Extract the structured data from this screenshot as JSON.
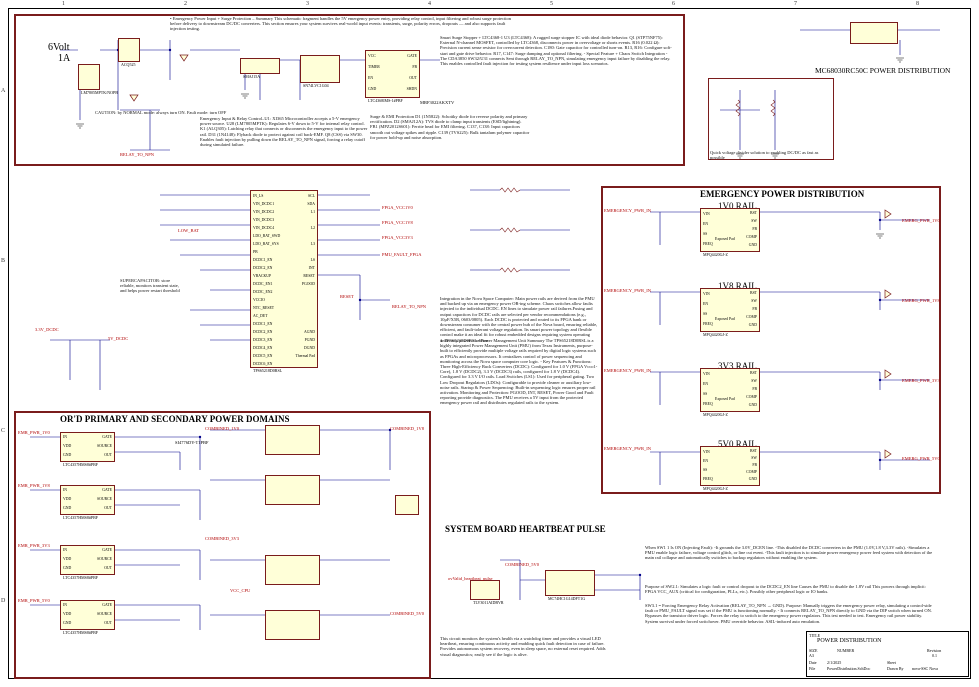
{
  "sheet": {
    "title": "POWER DISTRIBUTION",
    "columns": [
      "1",
      "2",
      "3",
      "4",
      "5",
      "6",
      "7",
      "8"
    ],
    "rows": [
      "A",
      "B",
      "C",
      "D"
    ]
  },
  "emergency_input": {
    "voltage_label": "6Volt",
    "current_label": "1A",
    "note": "• Emergency Power Input + Surge Protection – Summary This schematic fragment handles the 5V emergency power entry, providing relay control, input filtering and robust surge protection before delivery to downstream DC/DC converters. This section ensures your system survives real-world input events: transients, surge, polarity errors, dropouts — and also supports fault injection testing.",
    "caution": "CAUTION: by NORMAL mode: always turn ON. Fault mode: turn OFF",
    "relay_label": "RELAY_TO_NPN",
    "ic_labels": [
      "ACQ525",
      "LM7805MPTK/NOPB",
      "SMAJ15A",
      "LTC4368IMS-1#PBF",
      "SN74LVC1G04",
      "MRF3022AKXTV"
    ],
    "relay_note": "Emergency Input & Relay Control–U1: XI365 Microcontroller accepts a 5-V emergency power source. U28 (LM7805MPTK): Regulates 6-V down to 5-V for internal relay control. K1 (ALQ305): Latching relay that connects or disconnects the emergency input to the power rail. D31 (1N4148): Flyback diode to protect against coil back-EMF. Q8 (CSS) via SW30. Enables fault injection by pulling down the RELAY_TO_NPN signal, forcing a relay cutoff during simulated failure.",
    "surge_note": "Smart Surge Stopper + LTC4368-1 U3 (LTC4368): A rugged surge stopper IC with ideal diode behavior. Q1 (STP75NF75): External N-channel MOSFET, controlled by LTC4368, disconnects power in overvoltage or shorts events. R16 (0.022 Ω): Precision current sense resistor for overcurrent detection. C180: Gate capacitor for controlled turn-on. R13, R16: Configure soft-start and gate drive behavior. R17, C147: Surge damping and optional filtering. - Special Feature + Chaos Switch Integration - The CDA3850 SW32/U31 connects Sent through RELAY_TO_NPN, simulating emergency input failure by disabling the relay. This enables controlled fault injection for testing system resilience under input loss scenarios.",
    "emi_note": "Surge & EMI Protection D1 (1N5822): Schottky diode for reverse polarity and primary rectification. D2 (SMAJ12A): TVS diode to clamp input transients (ESD/lightning). FB1 (MPZ2012S601): Ferrite bead for EMI filtering. C137, C138: Input capacitors smooth out voltage spikes and ripple. C139 (TVS225): Bulk tantalum polymer capacitor for power hold-up and noise absorption.",
    "ltc_pins": [
      "VCC",
      "GATE",
      "TIMER",
      "FB",
      "EN",
      "OUT",
      "GND",
      "SHDN"
    ]
  },
  "mc_section": {
    "title": "MC68030RC50C POWER DISTRIBUTION",
    "divider_note": "Quick voltage divider solution to enabling DC/DC as fast as possible"
  },
  "pmu": {
    "label": "TPS65218D0RSL",
    "left_pins": [
      "IN_LS",
      "VIN_DCDC1",
      "VIN_DCDC2",
      "VIN_DCDC3",
      "VIN_DCDC4",
      "LDO_BAT_SWD",
      "LDO_BAT_SYS",
      "PB",
      "DCDC1_EN",
      "DCDC2_EN",
      "VBACKUP",
      "DCDC_EN1",
      "DCDC_EN2",
      "VCCIO",
      "NTC_RESET",
      "AC_DET",
      "DCDC1_EN",
      "DCDC2_EN",
      "DCDC3_EN",
      "DCDC4_EN",
      "DCDC5_EN",
      "DCDC6_EN"
    ],
    "right_pins": [
      "SCL",
      "SDA",
      "L1",
      "L2",
      "L3",
      "LS",
      "INT",
      "RESET",
      "PGOOD",
      "AGND",
      "PGND",
      "DGND",
      "Thermal Pad"
    ],
    "signals": [
      "FPGA_VCC1V0",
      "FPGA_VCC1V8",
      "FPGA_VCC3V3",
      "PMU_FAULT_FPGA",
      "RESET",
      "RELAY_TO_NPN",
      "LOW_BAT",
      "3.3V_DCDC",
      "5V_DCDC"
    ],
    "supercap_note": "SUPERCAPACITOR: store reliable, monitors transient state, and helps power restart threshold",
    "integration_note": "Integration in the Nova Space Computer: Main power rails are derived from the PMU and backed up via an emergency power OR-ing scheme. Chaos switches allow faults injected to the individual DCDC. EN lines to simulate power rail failures.Fusing and output capacitors for DCDC rails are selected per vendor recommendations (e.g., 10μF/X5R, 0603/0805). Each DCDC is protected and routed to its FPGA bank or downstream consumer with the central power hub of the Nova board, ensuring reliable, efficient, and fault-tolerant voltage regulation. Its smart power topology and flexible control make it an ideal fit for robust embedded designs requiring system operating under any power condition.",
    "tps_note": "1. TPS65218D0RSL - Power Management Unit Summary The TPS65218D0RSL is a highly integrated Power Management Unit (PMU) from Texas Instruments, purpose-built to efficiently provide multiple voltage rails required by digital logic systems such as FPGAs and microprocessors. It centralizes control of power sequencing and monitoring across the Nova space computer core logic. - Key Features & Functions: Three High-Efficiency Buck Converters (DCDC): Configured for 1.0 V (FPGA Vcco1-Core), 1.8 V (DCDC2), 3.3 V (DCDC3) rails, configured for 1.8 V (DCDC4). Configured for 3.3 V I/O rails. Load Switches (LS1): Used for peripheral gating. Two Low Dropout Regulators (LDOs): Configurable to provide cleaner or auxiliary low-noise rails. Startup & Power Sequencing: Built-in sequencing logic ensures proper rail activation. Monitoring and Protection: PGOOD, INT, RESET, Power Good and Fault reporting provide diagnostics. The PMU receives a 5V input from the protected emergency power rail and distributes regulated rails to the system."
  },
  "emergency_dist": {
    "title": "EMERGENCY POWER DISTRIBUTION",
    "rails": [
      {
        "name": "1V0 RAIL",
        "input": "EMERGENCY_PWR_IN",
        "output": "EMERG_PWR_1V0",
        "ic": "MPQ4420GJ-Z"
      },
      {
        "name": "1V8 RAIL",
        "input": "EMERGENCY_PWR_IN",
        "output": "EMERG_PWR_1V8",
        "ic": "MPQ4420GJ-Z"
      },
      {
        "name": "3V3 RAIL",
        "input": "EMERGENCY_PWR_IN",
        "output": "EMERG_PWR_3V3",
        "ic": "MPQ4420GJ-Z"
      },
      {
        "name": "5V0 RAIL",
        "input": "EMERGENCY_PWR_IN",
        "output": "EMERG_PWR_5V0",
        "ic": "MPQ4420GJ-Z"
      }
    ],
    "ic_pins_left": [
      "VIN",
      "EN",
      "SS",
      "FREQ"
    ],
    "ic_pins_right": [
      "BST",
      "SW",
      "FB",
      "COMP",
      "GND"
    ],
    "pad_label": "Exposed Pad"
  },
  "oring": {
    "title": "OR'd PRIMARY AND SECONDARY POWER DOMAINS",
    "blocks": [
      {
        "in": "EMR_PWR_1V0",
        "out": "COMBINED_1V0",
        "ic": "LTC4357HMS8#PBF"
      },
      {
        "in": "EMR_PWR_1V8",
        "out": "COMBINED_1V8",
        "ic": "LTC4357HMS8#PBF"
      },
      {
        "in": "EMR_PWR_3V3",
        "out": "COMBINED_3V3",
        "ic": "LTC4357HMS8#PBF"
      },
      {
        "in": "EMR_PWR_5V0",
        "out": "COMBINED_5V0",
        "ic": "LTC4357HMS8#PBF"
      }
    ],
    "ic_pins_left": [
      "IN",
      "VDD",
      "GND"
    ],
    "ic_pins_right": [
      "GATE",
      "SOURCE",
      "OUT"
    ],
    "mosfet": "SI4776DY-T1PBF"
  },
  "heartbeat": {
    "title": "SYSTEM BOARD HEARTBEAT PULSE",
    "vcc_label": "VCC_CPU",
    "input_label": "COMBINED_5V0",
    "output_label": "ovValid_heartbeat_pulse",
    "ic": "MC74HC1G14DFT1G",
    "ic2": "TLV3011AIDBVR",
    "note": "This circuit monitors the system's health via a watchdog timer and provides a visual LED heartbeat, ensuring continuous activity and enabling quick fault detection in case of failure. Provides autonomous system recovery, even in sleep space, no external reset required. Adds visual diagnostics; easily see if the logic is alive."
  },
  "fault_notes": {
    "sw1": "When SW1 1 Is ON (Injecting Fault): -It grounds the 3.0V_DCEN line. -This disabled the DCDC converters in the PMU (1.0V,1.8 V,3.3V rails). -Simulates a PMU enable logic failure, voltage control glitch, or line cut event. -This fault injection is to simulate power emergency power feed system with detection of the main rail collapse and automatically switches to backup regulators without enabling the system.",
    "sw2": "Purpose of SW2.1: Simulates a logic fault or control dropout to the DCDC2_EN line Causes the PMU to disable the 1.8V rail This powers through implicit: FPGA VCC_AUX (critical for configuration, PLLs, etc.). Possibly other peripheral logic or IO banks.",
    "sw3": "SW3.1 = Forcing Emergency Relay Activation (RELAY_TO_NPN → GND). Purpose: Manually triggers the emergency power relay, simulating a control-side fault or PMU_FAULT signal was set if the PMU is functioning normally. - It connects RELAY_TO_NPN directly to GND via the DIP switch when turned ON. Bypasses the transistor driver logic. Forces the relay to switch to the emergency power regulators. This test needed to test. Emergency rail power stability. System survival under forced switchover. PMU override behavior. ASIL-induced auto emulation."
  },
  "title_block": {
    "title_label": "TITLE",
    "title_value": "POWER DISTRIBUTION",
    "size_label": "SIZE",
    "size_value": "A3",
    "number_label": "NUMBER",
    "rev_label": "Revision",
    "rev_value": "0.1",
    "date_label": "Date",
    "date_value": "2/1/2025",
    "sheet_label": "Sheet",
    "file_label": "File",
    "file_value": "PowerDistribution.SchDoc",
    "drawn_label": "Drawn By",
    "drawn_value": "nova-SSC Nova"
  },
  "colors": {
    "box_border": "#7a1c1c",
    "ic_fill": "#ffffd8",
    "wire": "#00008b",
    "net_label": "#b00000"
  }
}
